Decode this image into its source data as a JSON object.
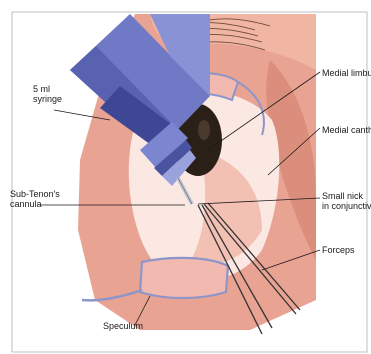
{
  "labels": {
    "syringe": "5 ml\nsyringe",
    "cannula": "Sub-Tenon's\ncannula",
    "speculum": "Speculum",
    "medial_limbus": "Medial limbus",
    "medial_canthus": "Medial canthus",
    "small_nick": "Small nick\nin conjunctiva",
    "forceps": "Forceps"
  },
  "colors": {
    "skin": "#e9a393",
    "skin_light": "#f4c6b8",
    "sclera": "#fbe8e2",
    "speculum_fill": "#f2b9b0",
    "speculum_edge": "#8d95c9",
    "syringe": "#6f79c6",
    "syringe_dark": "#3e4794",
    "iris": "#2a2018",
    "hair": "#6a4a3a"
  }
}
